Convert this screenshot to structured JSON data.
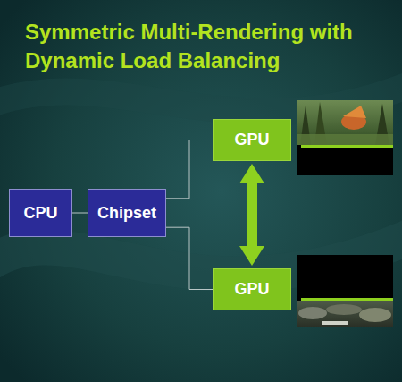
{
  "diagram": {
    "title": "Symmetric Multi-Rendering with Dynamic Load Balancing",
    "nodes": [
      {
        "text": [
          "CPU"
        ]
      },
      {
        "text": [
          "Chipset"
        ]
      },
      {
        "text": [
          "GPU"
        ]
      },
      {
        "text": [
          "GPU"
        ]
      }
    ],
    "edges": [
      {
        "from": 0,
        "to": 1,
        "arrow": "none"
      },
      {
        "from": 1,
        "to": 2,
        "arrow": "none"
      },
      {
        "from": 1,
        "to": 3,
        "arrow": "none"
      },
      {
        "from": 2,
        "to": 3,
        "arrow": "both"
      }
    ]
  }
}
